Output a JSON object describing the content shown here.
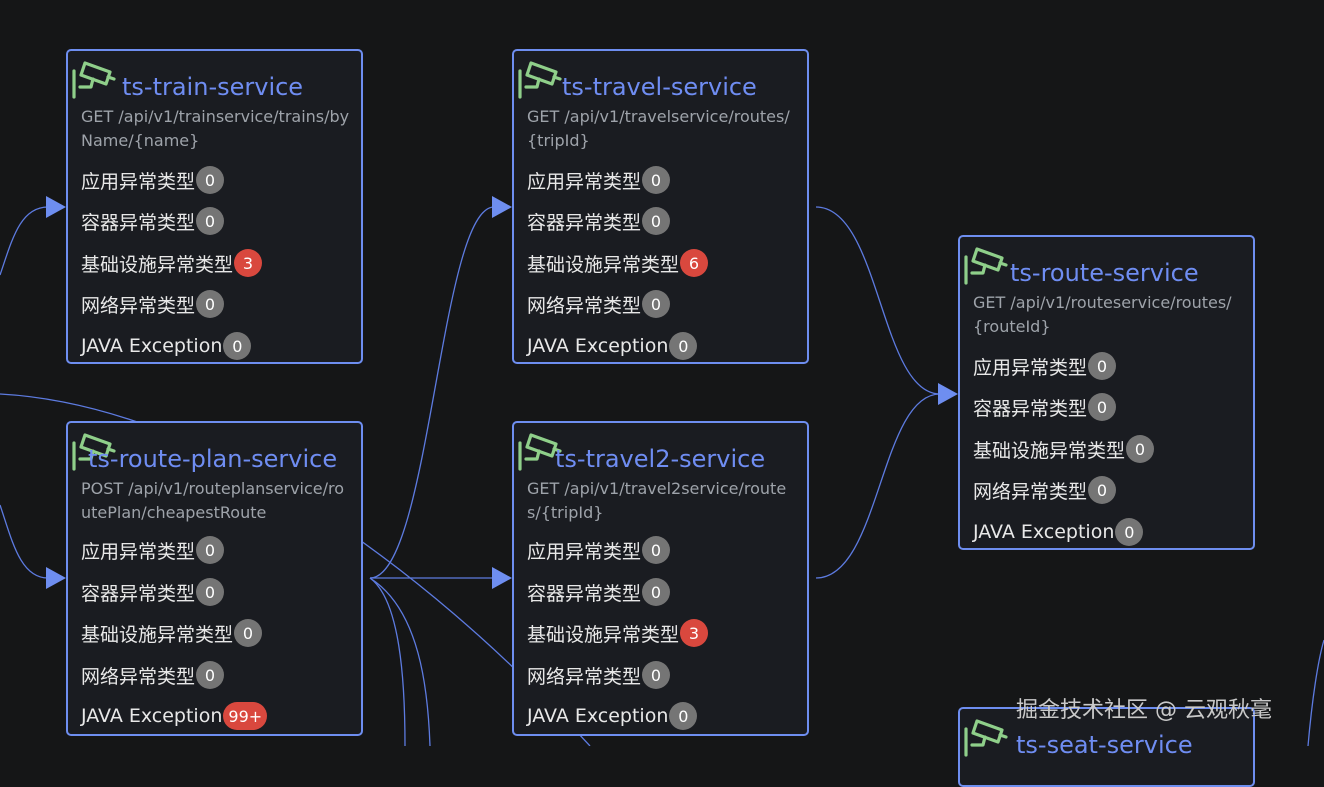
{
  "colors": {
    "background": "#151617",
    "node_border": "#6e8ef0",
    "node_title": "#6f8df2",
    "camera_icon": "#8fcf8a",
    "badge_zero": "#757575",
    "badge_alert": "#d9483e",
    "edge": "#5d7be0"
  },
  "nodes": [
    {
      "title": "ts-train-service",
      "icon": "cctv-camera-icon",
      "api": "GET /api/v1/trainservice/trains/byName/{name}",
      "metrics": [
        {
          "label": "应用异常类型",
          "count": "0",
          "alert": false
        },
        {
          "label": "容器异常类型",
          "count": "0",
          "alert": false
        },
        {
          "label": "基础设施异常类型",
          "count": "3",
          "alert": true
        },
        {
          "label": "网络异常类型",
          "count": "0",
          "alert": false
        },
        {
          "label": "JAVA Exception",
          "count": "0",
          "alert": false
        }
      ]
    },
    {
      "title": "ts-travel-service",
      "icon": "cctv-camera-icon",
      "api": "GET /api/v1/travelservice/routes/{tripId}",
      "metrics": [
        {
          "label": "应用异常类型",
          "count": "0",
          "alert": false
        },
        {
          "label": "容器异常类型",
          "count": "0",
          "alert": false
        },
        {
          "label": "基础设施异常类型",
          "count": "6",
          "alert": true
        },
        {
          "label": "网络异常类型",
          "count": "0",
          "alert": false
        },
        {
          "label": "JAVA Exception",
          "count": "0",
          "alert": false
        }
      ]
    },
    {
      "title": "ts-route-service",
      "icon": "cctv-camera-icon",
      "api": "GET /api/v1/routeservice/routes/{routeId}",
      "metrics": [
        {
          "label": "应用异常类型",
          "count": "0",
          "alert": false
        },
        {
          "label": "容器异常类型",
          "count": "0",
          "alert": false
        },
        {
          "label": "基础设施异常类型",
          "count": "0",
          "alert": false
        },
        {
          "label": "网络异常类型",
          "count": "0",
          "alert": false
        },
        {
          "label": "JAVA Exception",
          "count": "0",
          "alert": false
        }
      ]
    },
    {
      "title": "ts-route-plan-service",
      "icon": "cctv-camera-icon",
      "api": "POST /api/v1/routeplanservice/routePlan/cheapestRoute",
      "metrics": [
        {
          "label": "应用异常类型",
          "count": "0",
          "alert": false
        },
        {
          "label": "容器异常类型",
          "count": "0",
          "alert": false
        },
        {
          "label": "基础设施异常类型",
          "count": "0",
          "alert": false
        },
        {
          "label": "网络异常类型",
          "count": "0",
          "alert": false
        },
        {
          "label": "JAVA Exception",
          "count": "99+",
          "alert": true
        }
      ]
    },
    {
      "title": "ts-travel2-service",
      "icon": "cctv-camera-icon",
      "api": "GET /api/v1/travel2service/routes/{tripId}",
      "metrics": [
        {
          "label": "应用异常类型",
          "count": "0",
          "alert": false
        },
        {
          "label": "容器异常类型",
          "count": "0",
          "alert": false
        },
        {
          "label": "基础设施异常类型",
          "count": "3",
          "alert": true
        },
        {
          "label": "网络异常类型",
          "count": "0",
          "alert": false
        },
        {
          "label": "JAVA Exception",
          "count": "0",
          "alert": false
        }
      ]
    },
    {
      "title": "ts-seat-service",
      "icon": "cctv-camera-icon",
      "api": "",
      "metrics": []
    }
  ],
  "watermark": "掘金技术社区 @ 云观秋毫"
}
